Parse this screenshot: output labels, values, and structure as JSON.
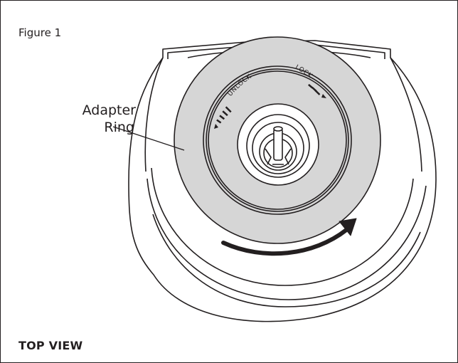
{
  "figure": {
    "label": "Figure 1",
    "view_label": "TOP VIEW"
  },
  "callout": {
    "line1": "Adapter",
    "line2": "Ring"
  },
  "dial": {
    "unlock_text": "UNLOCK",
    "lock_text": "LOCK"
  },
  "colors": {
    "line": "#231f20",
    "ring_fill": "#d6d6d6",
    "background": "#ffffff"
  }
}
